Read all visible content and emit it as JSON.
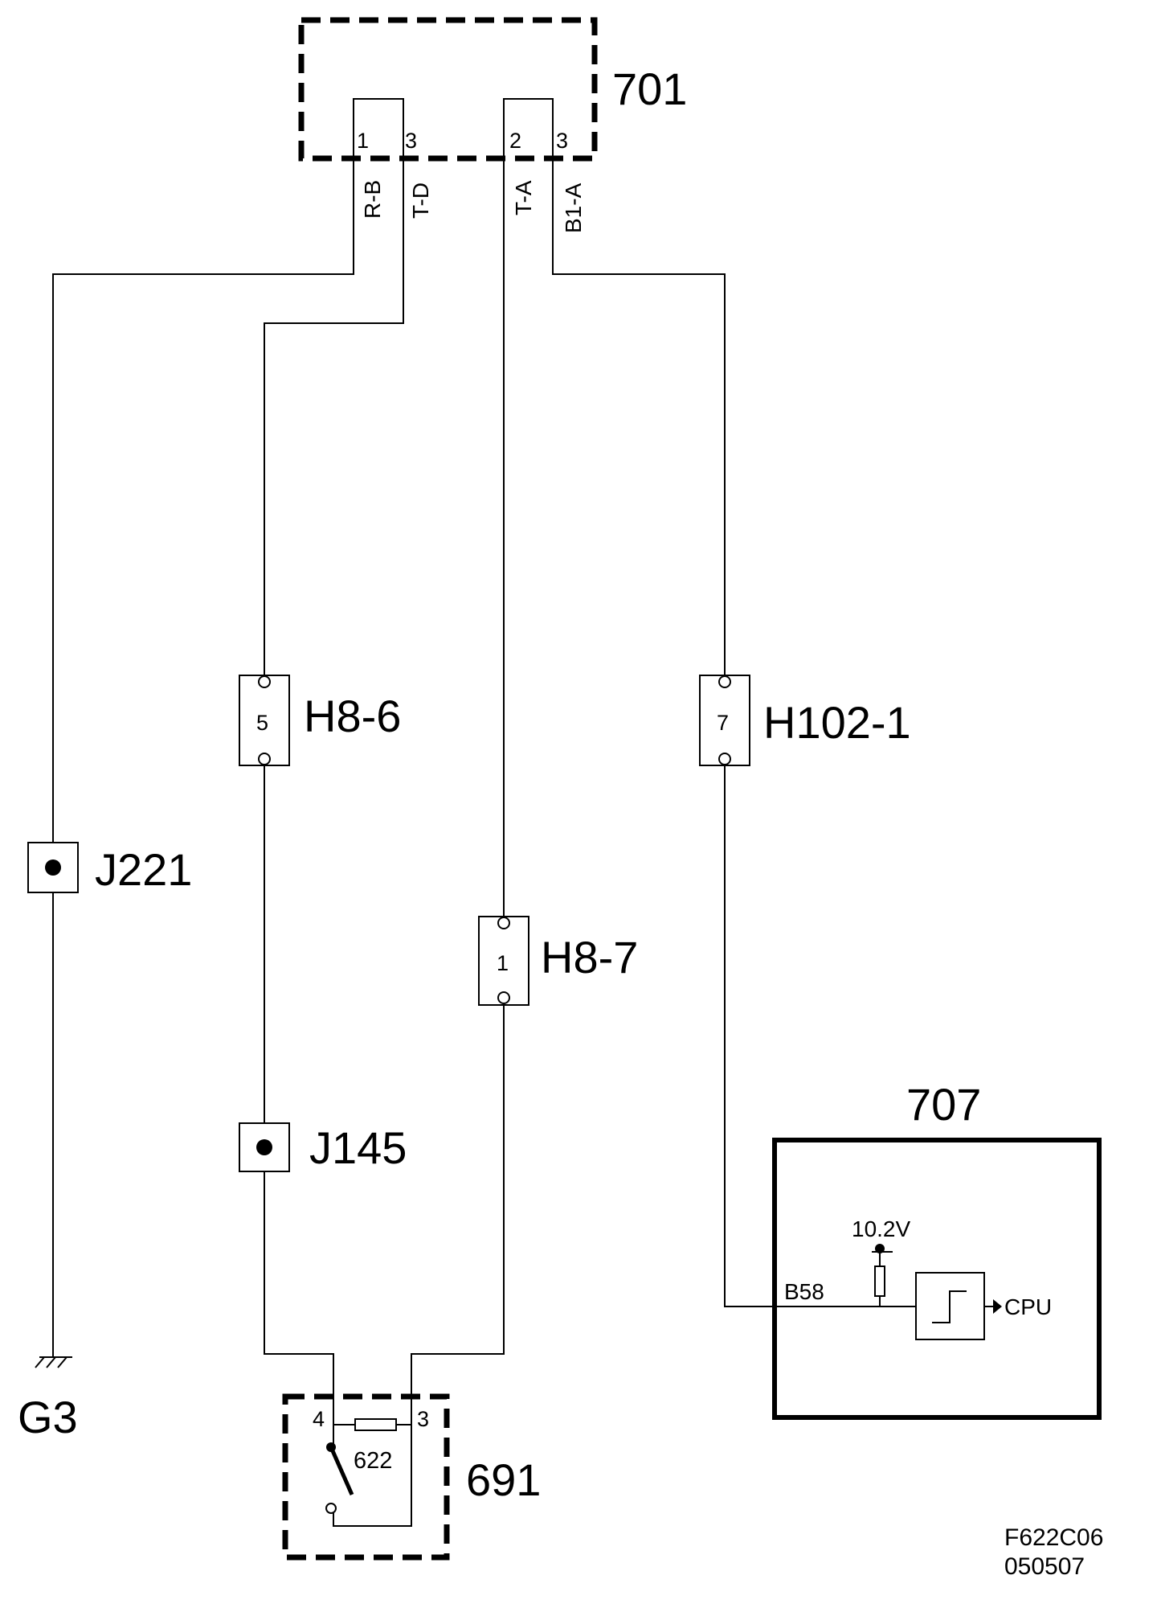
{
  "components": {
    "c701": "701",
    "c707": "707",
    "c691": "691",
    "g3": "G3"
  },
  "connector_701": {
    "pins": [
      "1",
      "3",
      "2",
      "3"
    ],
    "wires": [
      "R-B",
      "T-D",
      "T-A",
      "B1-A"
    ]
  },
  "connectors": {
    "h8_6": {
      "label": "H8-6",
      "pin": "5"
    },
    "h8_7": {
      "label": "H8-7",
      "pin": "1"
    },
    "h102_1": {
      "label": "H102-1",
      "pin": "7"
    }
  },
  "splices": {
    "j221": "J221",
    "j145": "J145"
  },
  "module_707": {
    "voltage": "10.2V",
    "pin": "B58",
    "output": "CPU"
  },
  "switch_691": {
    "pin_left": "4",
    "pin_right": "3",
    "resistor": "622"
  },
  "figure_ref": {
    "line1": "F622C06",
    "line2": "050507"
  }
}
